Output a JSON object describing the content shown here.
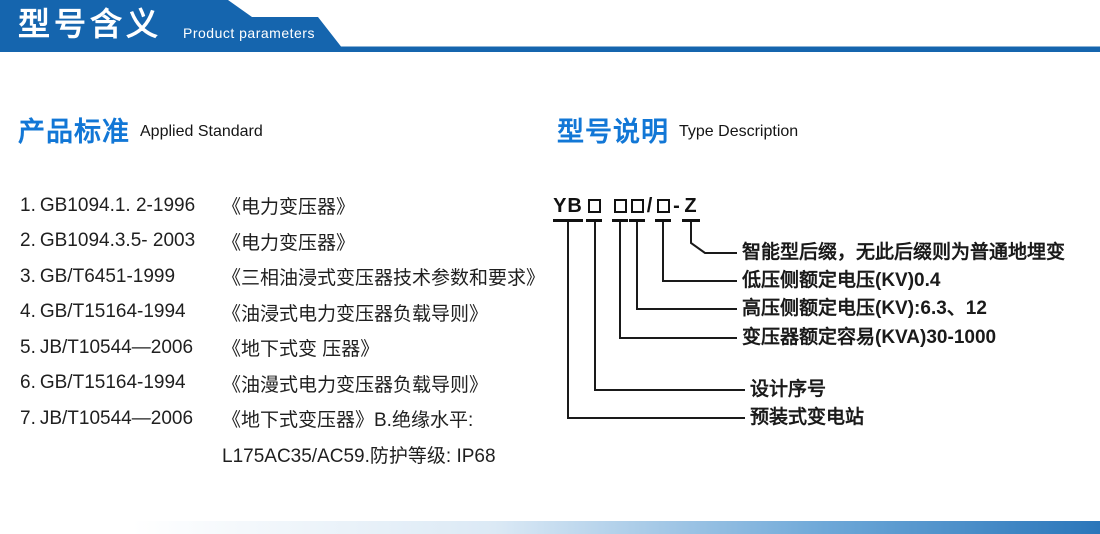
{
  "colors": {
    "banner_blue": "#1565ae",
    "heading_blue": "#1277d6",
    "text_dark": "#1f1f1f",
    "diagram_line": "#1a1a1a",
    "footer_blue": "#2a76ba"
  },
  "header": {
    "title": "型号含义",
    "subtitle": "Product parameters"
  },
  "standards": {
    "heading_zh": "产品标准",
    "heading_en": "Applied Standard",
    "items": [
      {
        "num": "1.",
        "code": "GB1094.1. 2-1996",
        "desc": "《电力变压器》"
      },
      {
        "num": "2.",
        "code": "GB1094.3.5- 2003",
        "desc": "《电力变压器》"
      },
      {
        "num": "3.",
        "code": "GB/T6451-1999",
        "desc": "《三相油浸式变压器技术参数和要求》"
      },
      {
        "num": "4.",
        "code": "GB/T15164-1994",
        "desc": "《油浸式电力变压器负载导则》"
      },
      {
        "num": "5.",
        "code": "JB/T10544—2006",
        "desc": "《地下式变 压器》"
      },
      {
        "num": "6.",
        "code": "GB/T15164-1994",
        "desc": "《油漫式电力变压器负载导则》"
      },
      {
        "num": "7.",
        "code": "JB/T10544—2006",
        "desc": "《地下式变压器》B.绝缘水平:",
        "desc2": "L175AC35/AC59.防护等级: IP68"
      }
    ]
  },
  "type_description": {
    "heading_zh": "型号说明",
    "heading_en": "Type Description",
    "code": {
      "prefix": "YB",
      "box_symbol": "□",
      "slash": "/",
      "dash": "-",
      "suffix": "Z"
    },
    "labels": [
      "智能型后缀，无此后缀则为普通地埋变",
      "低压侧额定电压(KV)0.4",
      "高压侧额定电压(KV):6.3、12",
      "变压器额定容易(KVA)30-1000",
      "设计序号",
      "预装式变电站"
    ]
  }
}
